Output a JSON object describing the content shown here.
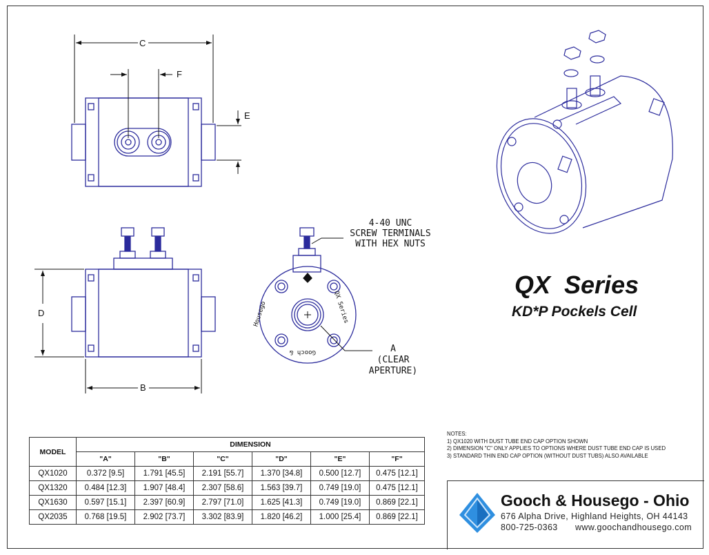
{
  "product": {
    "title": "QX  Series",
    "subtitle": "KD*P Pockels Cell"
  },
  "dimension_labels": {
    "a": "A",
    "b": "B",
    "c": "C",
    "d": "D",
    "e": "E",
    "f": "F"
  },
  "callouts": {
    "terminals": [
      "4-40 UNC",
      "SCREW TERMINALS",
      "WITH HEX NUTS"
    ],
    "aperture": [
      "A",
      "(CLEAR APERTURE)"
    ],
    "engraving_left": "Housego",
    "engraving_bottom": "Gooch &",
    "engraving_right": "QX Series"
  },
  "table": {
    "model_header": "MODEL",
    "dimension_header": "DIMENSION",
    "columns": [
      "\"A\"",
      "\"B\"",
      "\"C\"",
      "\"D\"",
      "\"E\"",
      "\"F\""
    ],
    "rows": [
      {
        "model": "QX1020",
        "values": [
          "0.372 [9.5]",
          "1.791 [45.5]",
          "2.191 [55.7]",
          "1.370 [34.8]",
          "0.500 [12.7]",
          "0.475 [12.1]"
        ]
      },
      {
        "model": "QX1320",
        "values": [
          "0.484 [12.3]",
          "1.907 [48.4]",
          "2.307 [58.6]",
          "1.563 [39.7]",
          "0.749 [19.0]",
          "0.475 [12.1]"
        ]
      },
      {
        "model": "QX1630",
        "values": [
          "0.597 [15.1]",
          "2.397 [60.9]",
          "2.797 [71.0]",
          "1.625 [41.3]",
          "0.749 [19.0]",
          "0.869 [22.1]"
        ]
      },
      {
        "model": "QX2035",
        "values": [
          "0.768 [19.5]",
          "2.902 [73.7]",
          "3.302 [83.9]",
          "1.820 [46.2]",
          "1.000 [25.4]",
          "0.869 [22.1]"
        ]
      }
    ]
  },
  "notes": {
    "heading": "NOTES:",
    "items": [
      "1) QX1020 WITH DUST TUBE END CAP OPTION SHOWN",
      "2) DIMENSION \"C\" ONLY APPLIES TO OPTIONS WHERE DUST TUBE END CAP IS USED",
      "3) STANDARD THIN END CAP OPTION (WITHOUT DUST TUBS) ALSO AVAILABLE"
    ]
  },
  "company": {
    "name": "Gooch & Housego - Ohio",
    "address": "676 Alpha Drive,  Highland Heights,  OH  44143",
    "phone": "800-725-0363",
    "website": "www.goochandhousego.com",
    "logo_color": "#2f8fe0"
  },
  "colors": {
    "drawing": "#2b2b9c",
    "dimension": "#111111"
  }
}
